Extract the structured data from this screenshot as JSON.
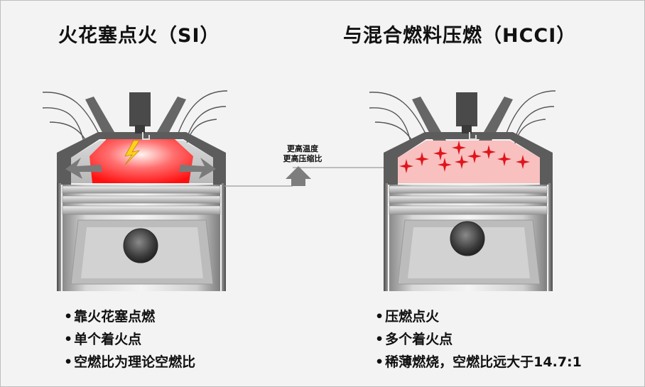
{
  "titles": {
    "si": "火花塞点火（SI）",
    "hcci": "与混合燃料压燃（HCCI）"
  },
  "middle": {
    "line1": "更高温度",
    "line2": "更高压缩比"
  },
  "si_bullets": [
    "靠火花塞点燃",
    "单个着火点",
    "空燃比为理论空燃比"
  ],
  "hcci_bullets": [
    "压燃点火",
    "多个着火点",
    "稀薄燃烧，空燃比远大于14.7:1"
  ],
  "colors": {
    "flame_red": "#ff2a2a",
    "spark_yellow": "#ffd21a",
    "hcci_chamber_pink": "#f8c0bf",
    "star_red": "#e0141c"
  },
  "icons": [
    "spark-plug-icon",
    "lightning-spark-icon",
    "ignition-star-icon",
    "up-arrow-icon"
  ]
}
